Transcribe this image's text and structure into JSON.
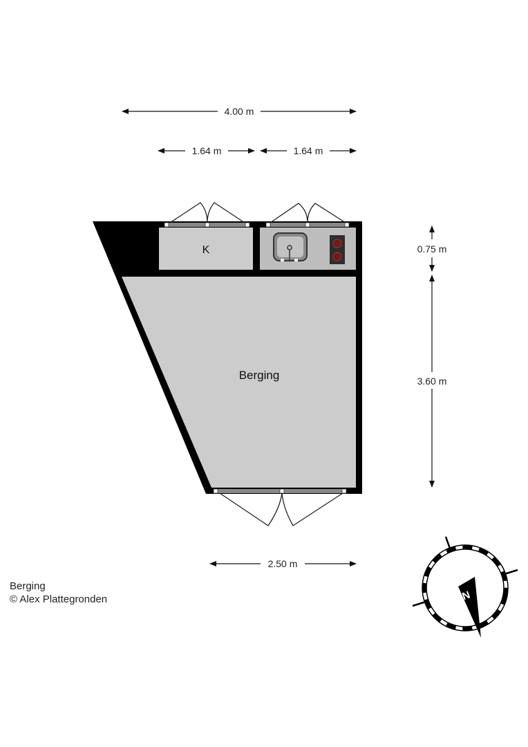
{
  "plan": {
    "title": "Berging",
    "copyright": "© Alex Plattegronden",
    "rooms": [
      {
        "id": "k",
        "label": "K"
      },
      {
        "id": "kitchen",
        "label": ""
      },
      {
        "id": "berging",
        "label": "Berging"
      }
    ],
    "dimensions": {
      "total_width": "4.00 m",
      "left_width": "1.64 m",
      "right_width": "1.64 m",
      "top_depth": "0.75 m",
      "main_depth": "3.60 m",
      "bottom_width": "2.50 m"
    },
    "compass": {
      "label": "N"
    },
    "colors": {
      "wall": "#000000",
      "floor": "#cccccc",
      "kitchen_floor": "#b8b8b8",
      "hob": "#2e2e2e",
      "burner": "#7a1a1a",
      "door": "#222222"
    }
  }
}
